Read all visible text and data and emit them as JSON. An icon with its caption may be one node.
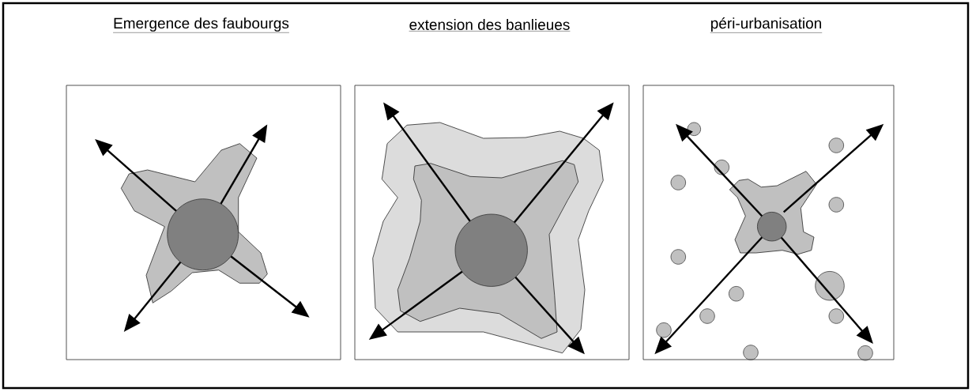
{
  "diagram": {
    "nodes": [
      {
        "text": [
          "Emergence des faubourgs"
        ]
      },
      {
        "text": [
          "extension des banlieues"
        ]
      },
      {
        "text": [
          "péri-urbanisation"
        ]
      }
    ]
  }
}
